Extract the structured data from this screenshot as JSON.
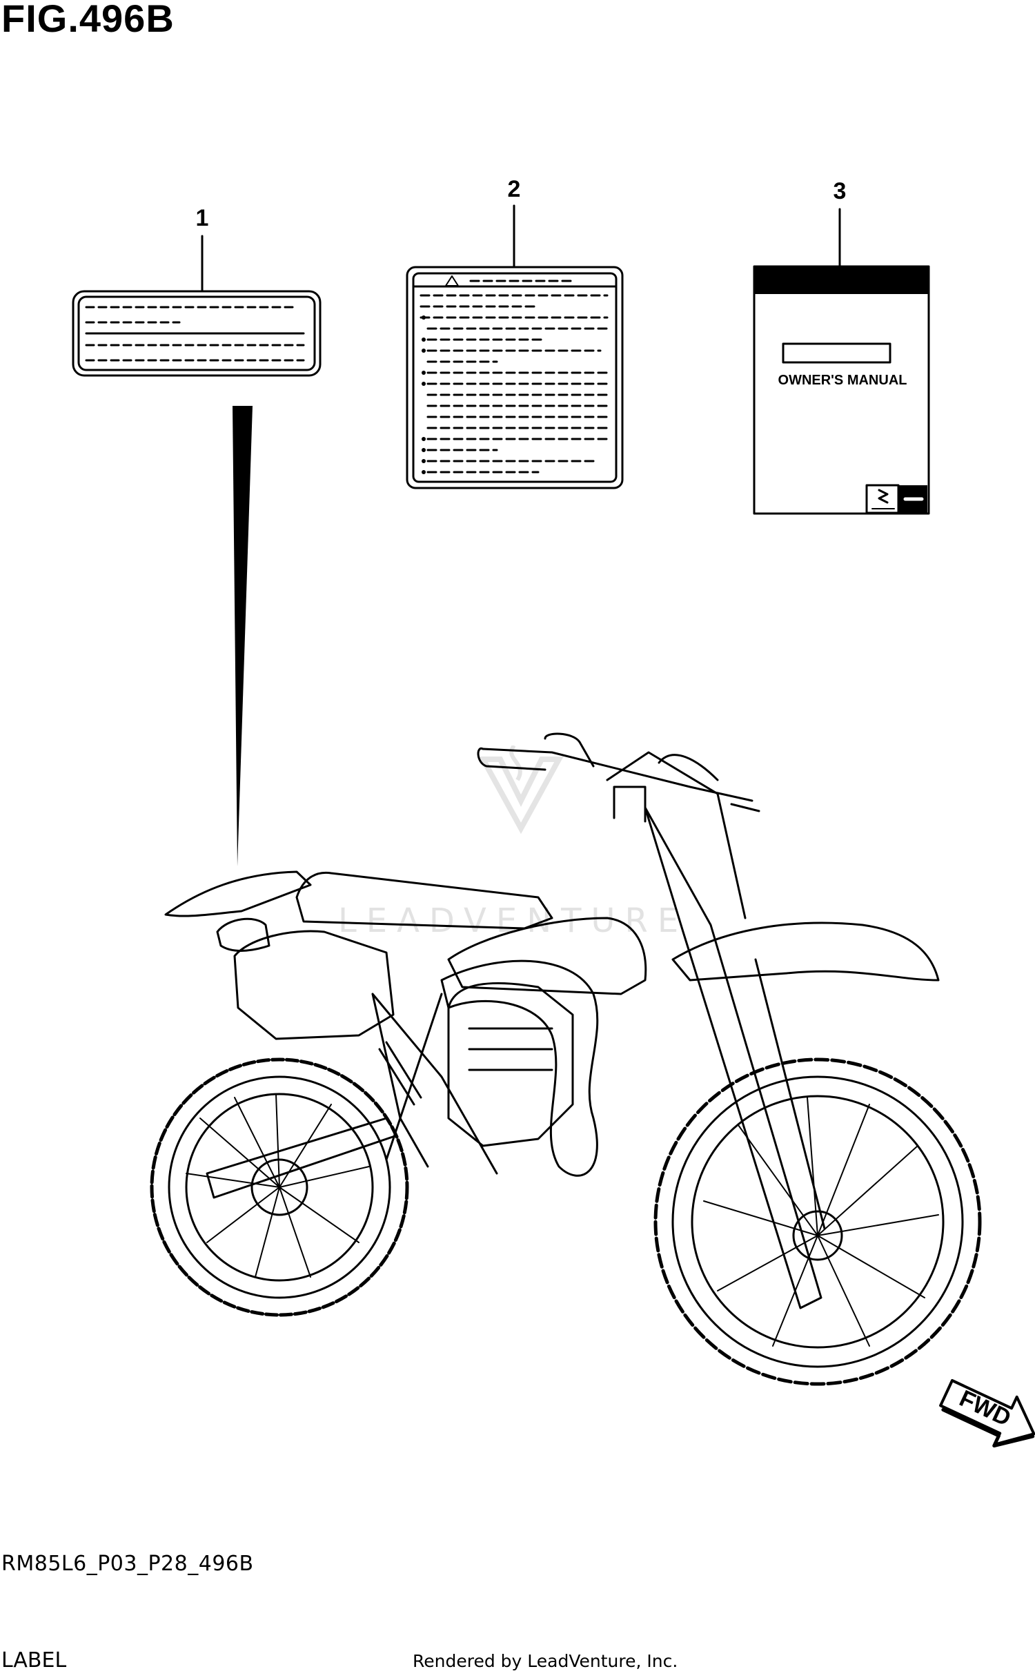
{
  "figure": {
    "title": "FIG.496B",
    "code": "RM85L6_P03_P28_496B",
    "label": "LABEL"
  },
  "parts": [
    {
      "number": "1"
    },
    {
      "number": "2"
    },
    {
      "number": "3",
      "text": "OWNER'S MANUAL"
    }
  ],
  "direction_marker": "FWD",
  "watermark": "LEADVENTURE",
  "rendered_by": "Rendered by LeadVenture, Inc."
}
